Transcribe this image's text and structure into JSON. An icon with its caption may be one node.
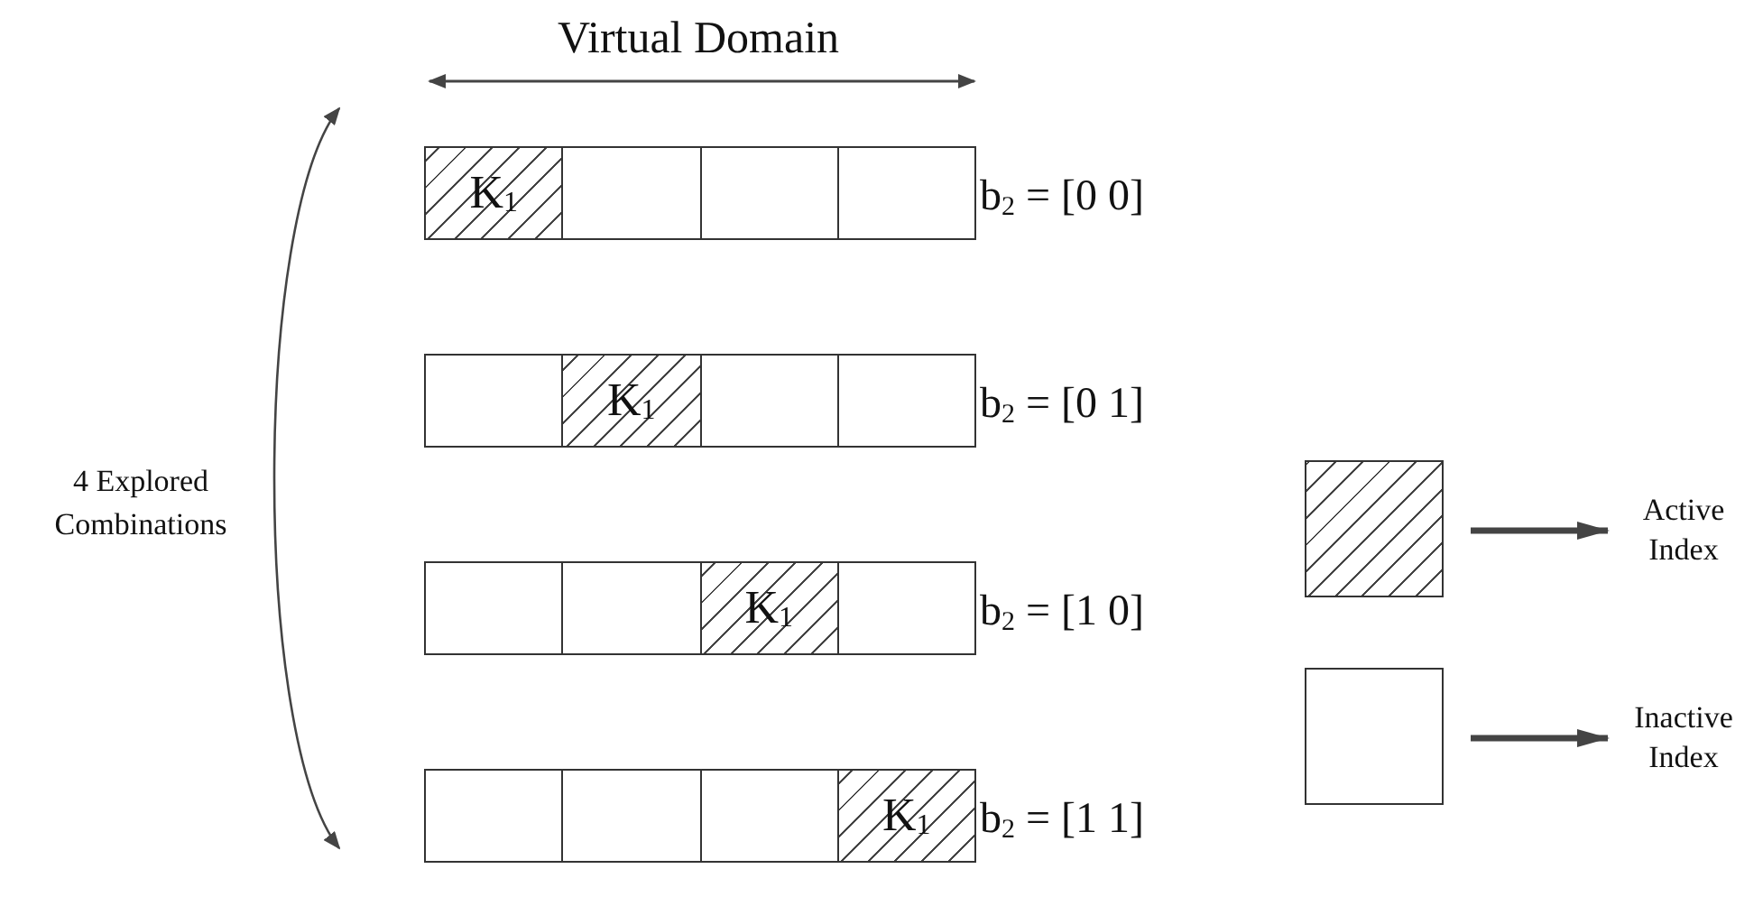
{
  "diagram": {
    "nodes": [
      {
        "text": [
          "K$_{1}$"
        ]
      },
      {
        "text": [],
        "shape": "box"
      },
      {
        "text": [],
        "shape": "box"
      },
      {
        "text": [],
        "shape": "box"
      },
      {
        "text": [],
        "shape": "box"
      },
      {
        "text": [
          "K$_{1}$"
        ]
      },
      {
        "text": [],
        "shape": "box"
      },
      {
        "text": [],
        "shape": "box"
      },
      {
        "text": [],
        "shape": "box"
      },
      {
        "text": [],
        "shape": "box"
      },
      {
        "text": [
          "K$_{1}$"
        ]
      },
      {
        "text": [],
        "shape": "box"
      },
      {
        "text": [],
        "shape": "box"
      },
      {
        "text": [],
        "shape": "box"
      },
      {
        "text": [],
        "shape": "box"
      },
      {
        "text": [
          "K$_{1}$"
        ]
      },
      {
        "text": [],
        "shape": "box"
      },
      {
        "text": [
          "Active Index"
        ]
      },
      {
        "text": [],
        "shape": "box"
      },
      {
        "text": [
          "Inactive Index"
        ]
      }
    ],
    "edges": [
      {
        "from": 16,
        "to": 17,
        "arrow": "to"
      },
      {
        "from": 18,
        "to": 19,
        "arrow": "to"
      }
    ],
    "labels": [
      "Virtual Domain",
      "b$_{2}$ = [0 0]",
      "b$_{2}$ = [0 1]",
      "4 Explored Combinations",
      "b$_{2}$ = [1 0]",
      "b$_{2}$ = [1 1]"
    ]
  }
}
